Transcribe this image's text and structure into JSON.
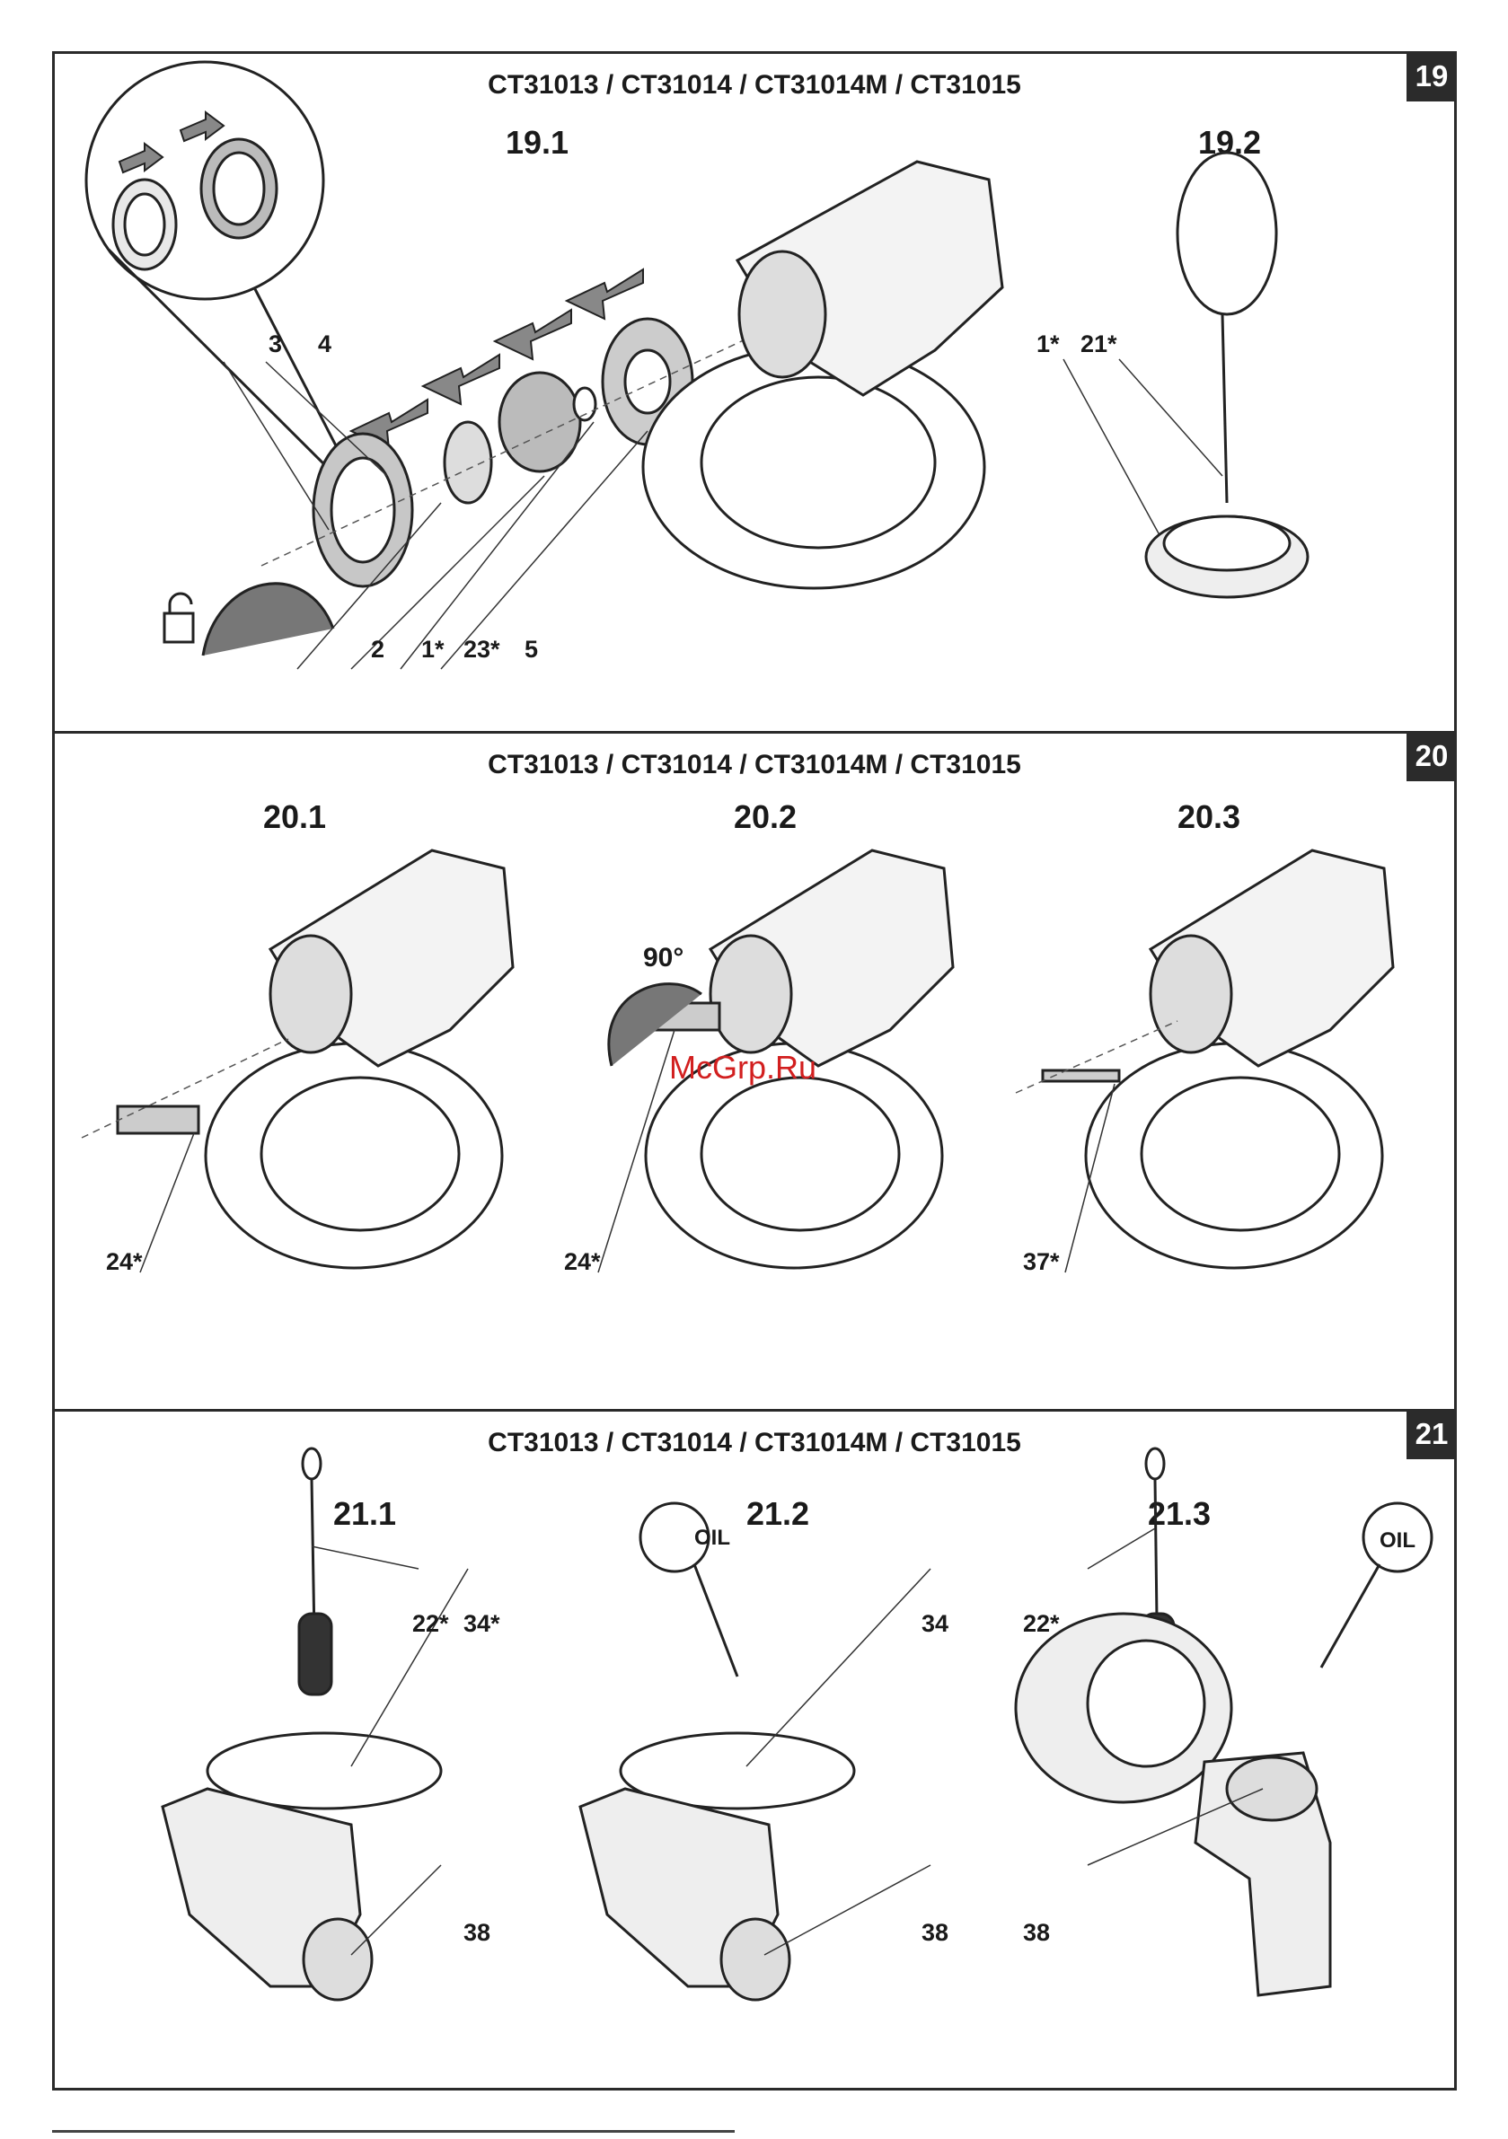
{
  "watermark": "McGrp.Ru",
  "panels": [
    {
      "number": "19",
      "model_title": "CT31013 / CT31014 / CT31014M / CT31015",
      "steps": [
        "19.1",
        "19.2"
      ],
      "labels": [
        "3",
        "4",
        "2",
        "1*",
        "23*",
        "5",
        "1*",
        "21*"
      ]
    },
    {
      "number": "20",
      "model_title": "CT31013 / CT31014 / CT31014M / CT31015",
      "steps": [
        "20.1",
        "20.2",
        "20.3"
      ],
      "angle": "90°",
      "labels": [
        "24*",
        "24*",
        "37*"
      ]
    },
    {
      "number": "21",
      "model_title": "CT31013 / CT31014 / CT31014M / CT31015",
      "steps": [
        "21.1",
        "21.2",
        "21.3"
      ],
      "oil_label": "OIL",
      "labels": [
        "22*",
        "34*",
        "38",
        "34",
        "38",
        "22*",
        "38"
      ]
    }
  ]
}
